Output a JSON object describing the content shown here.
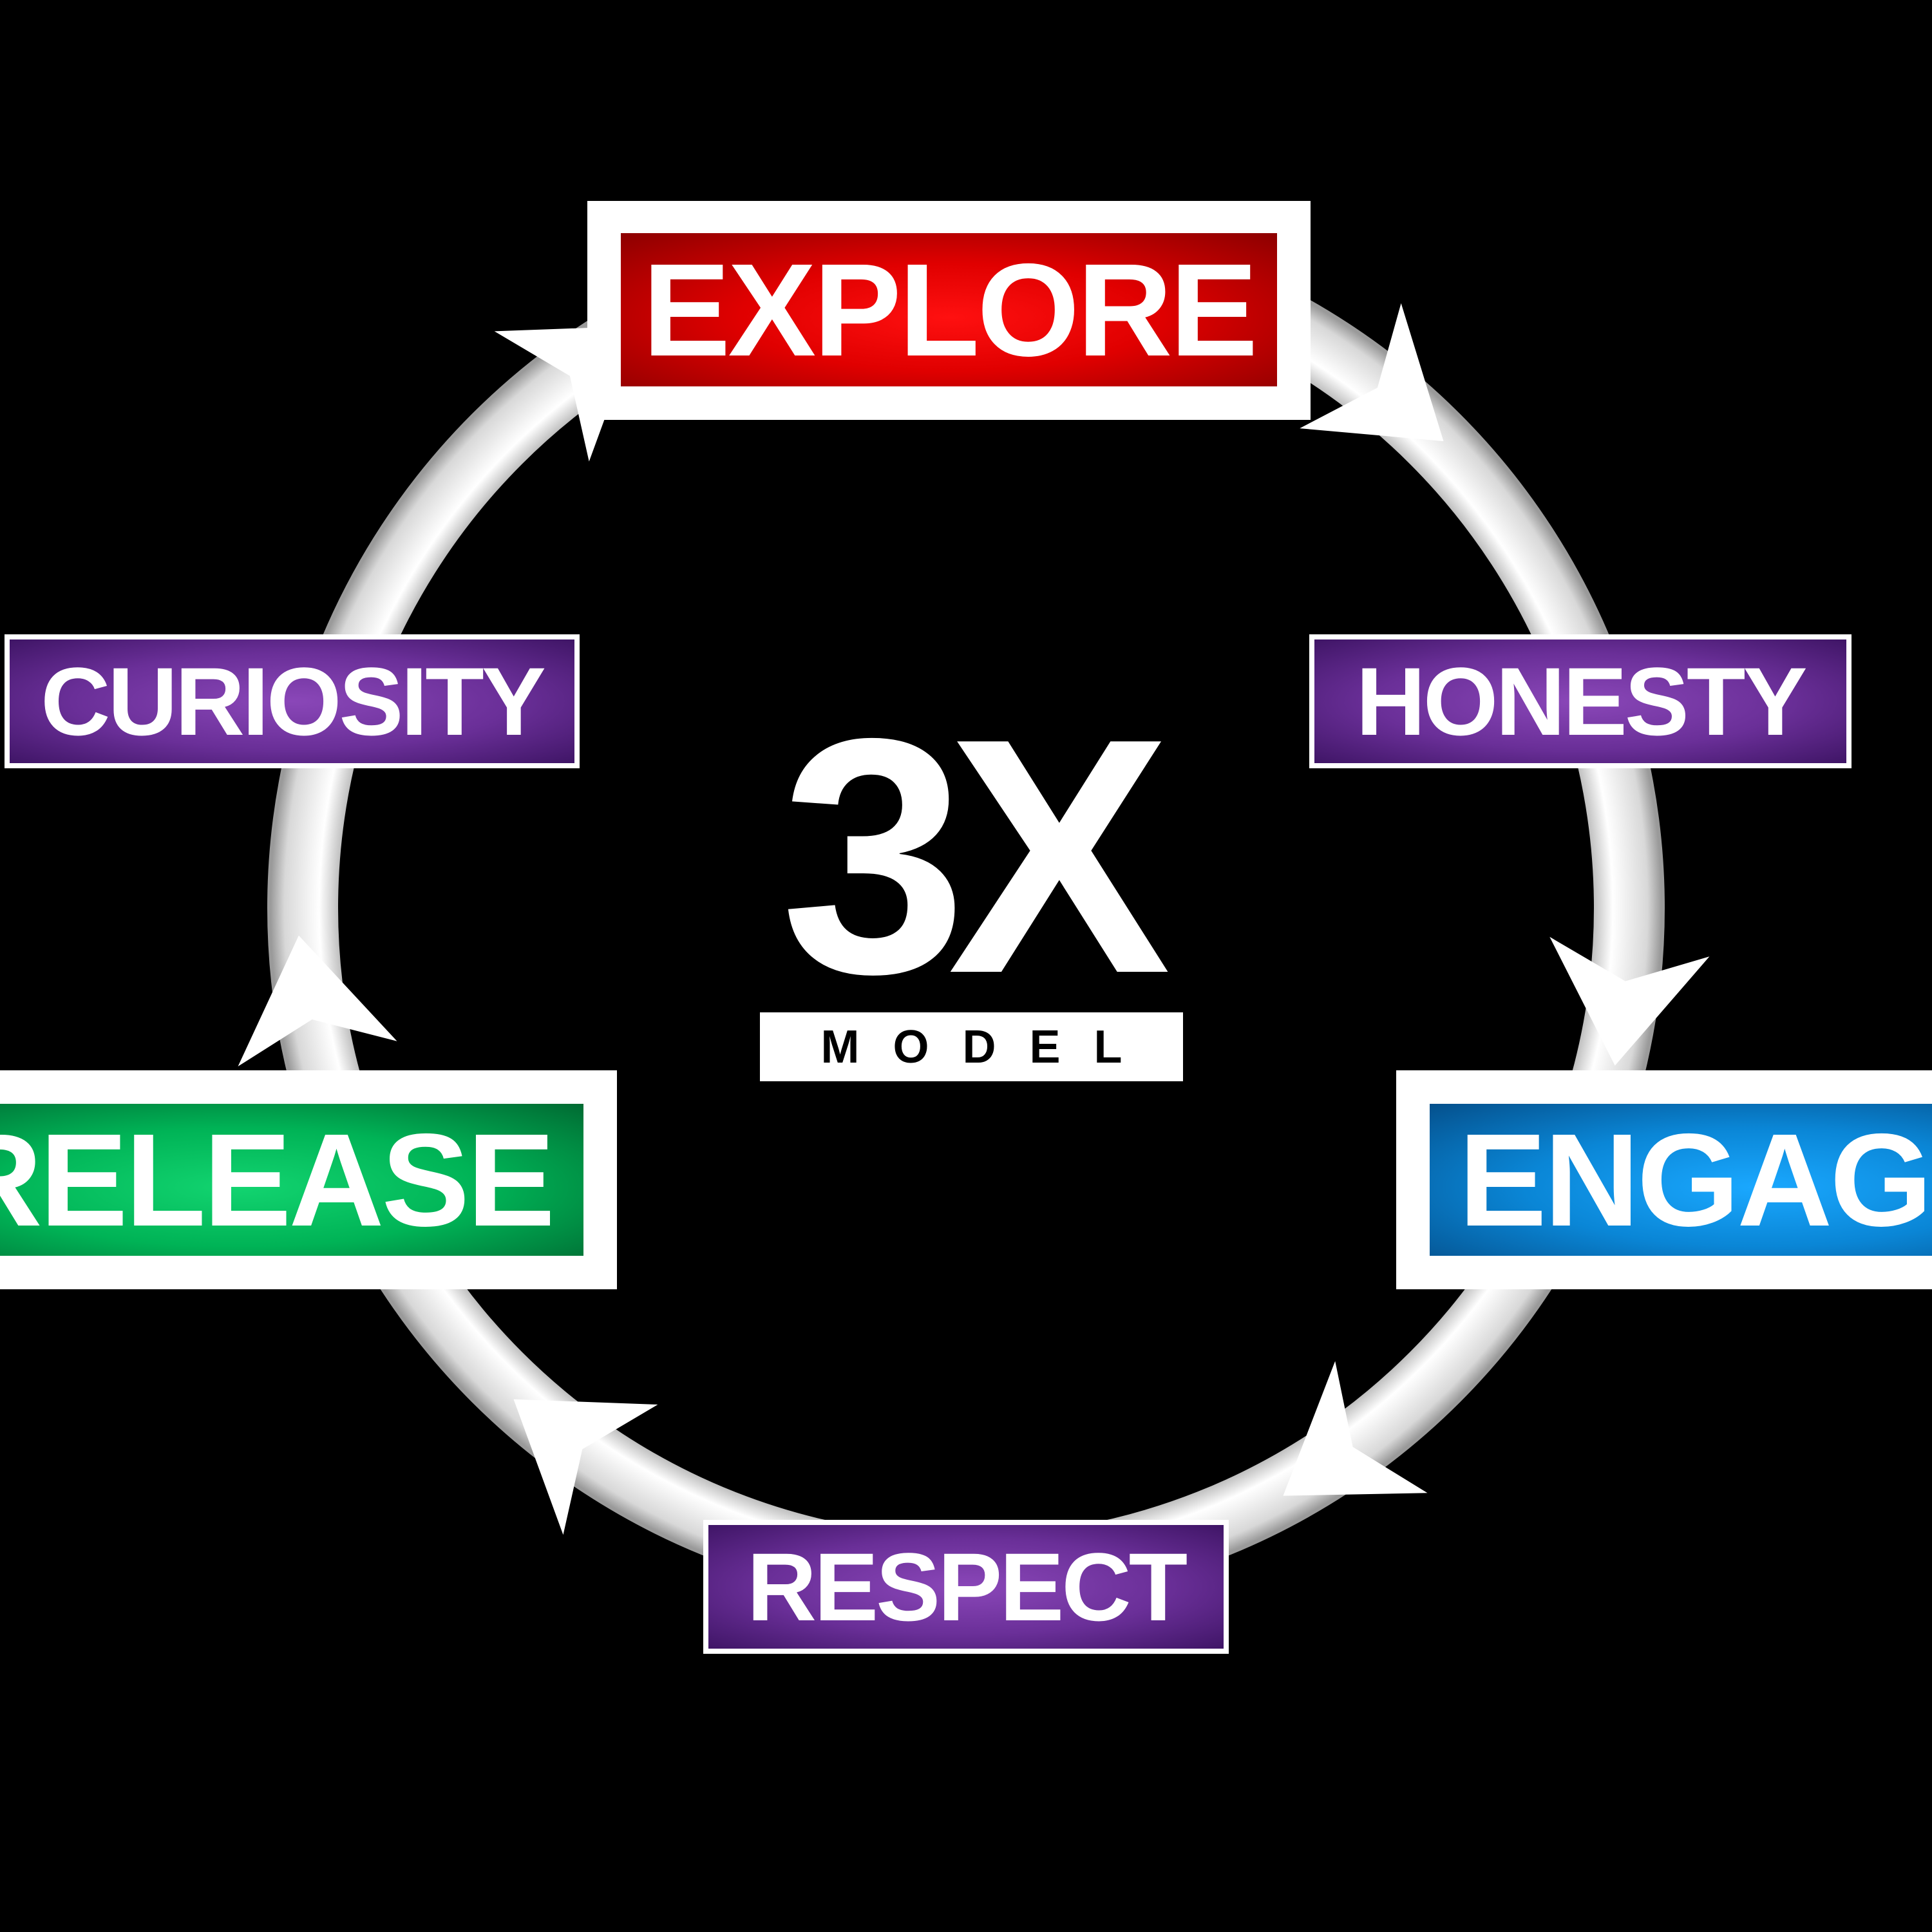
{
  "diagram": {
    "center_logo": {
      "main": "3X",
      "sub": "MODEL"
    },
    "nodes": [
      {
        "id": "explore",
        "label": "EXPLORE",
        "color": "#e00000"
      },
      {
        "id": "honesty",
        "label": "HONESTY",
        "color": "#6a2f98"
      },
      {
        "id": "engage",
        "label": "ENGAGE",
        "color": "#0a86d6"
      },
      {
        "id": "respect",
        "label": "RESPECT",
        "color": "#6a2f98"
      },
      {
        "id": "release",
        "label": "RELEASE",
        "color": "#00b356"
      },
      {
        "id": "curiosity",
        "label": "CURIOSITY",
        "color": "#6a2f98"
      }
    ],
    "cycle_direction": "clockwise",
    "arrow_color": "#ffffff",
    "background": "#000000"
  }
}
